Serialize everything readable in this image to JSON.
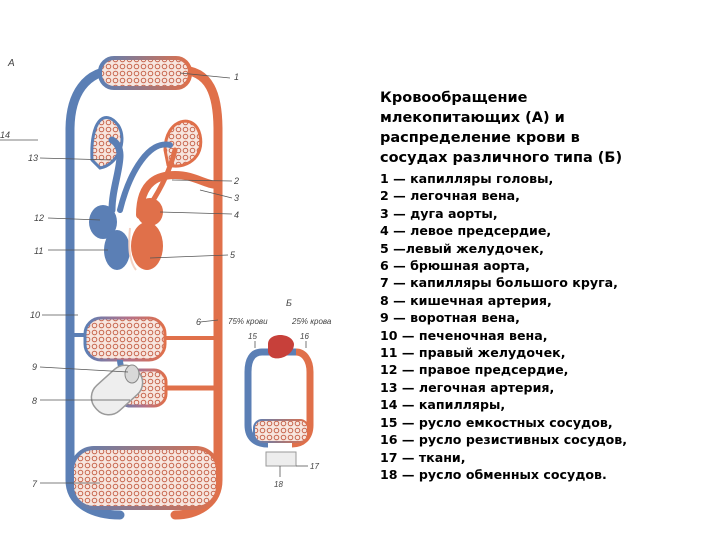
{
  "diagram": {
    "panel_a_label": "А",
    "panel_b_label": "Б",
    "colors": {
      "venous": "#5b7fb5",
      "arterial": "#e0704a",
      "leader": "#555555"
    },
    "labels_a": [
      "1",
      "2",
      "3",
      "4",
      "5",
      "6",
      "7",
      "8",
      "9",
      "10",
      "11",
      "12",
      "13",
      "14"
    ],
    "labels_b": [
      "15",
      "16",
      "17",
      "18"
    ],
    "percent_left": "75% крови",
    "percent_right": "25% крова"
  },
  "caption": {
    "title_lines": [
      "Кровообращение",
      "млекопитающих (А) и",
      "распределение крови в",
      "сосудах различного типа (Б)"
    ],
    "legend": [
      "1 — капилляры головы,",
      "2 — легочная вена,",
      "3 — дуга аорты,",
      "4 — левое предсердие,",
      "5 —левый желудочек,",
      "6 — брюшная аорта,",
      "7 — капилляры большого круга,",
      "8 — кишечная артерия,",
      "9 — воротная вена,",
      "10 — печеночная вена,",
      "11 — правый желудочек,",
      "12 — правое предсердие,",
      "13 — легочная артерия,",
      "14 — капилляры,",
      "15 — русло емкостных сосудов,",
      "16 — русло резистивных сосудов,",
      "17 — ткани,",
      "18 — русло обменных сосудов."
    ]
  }
}
